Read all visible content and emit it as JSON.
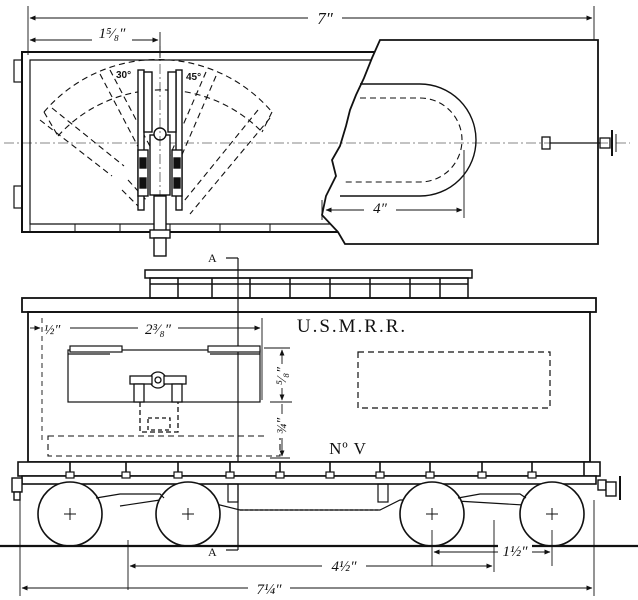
{
  "top_view": {
    "overall_length": "7″",
    "pivot_offset": "1⁵⁄₈″",
    "angle_a": "30°",
    "angle_b": "45°",
    "inner_length": "4″"
  },
  "side_view": {
    "lettering": "U.S.M.R.R.",
    "car_number": "Nº V",
    "section_mark": "A",
    "dim_end": "½″",
    "dim_window": "2³⁄₈″",
    "dim_height_upper": "⁵⁄₈″",
    "dim_height_lower": "¾″",
    "dim_truck_centers": "4½″",
    "dim_wheelbase": "1½″",
    "dim_overall": "7¼″"
  }
}
